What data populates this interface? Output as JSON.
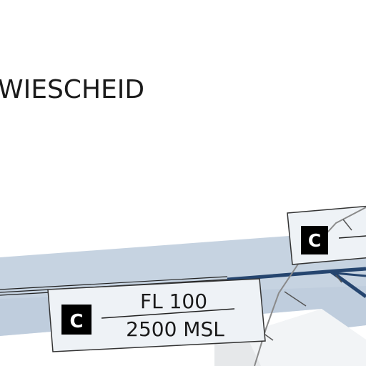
{
  "map": {
    "place_label": "WIESCHEID",
    "airspace_boxes": [
      {
        "class_letter": "C",
        "upper_limit": "FL 100",
        "lower_limit": "2500 MSL"
      },
      {
        "class_letter": "C"
      }
    ]
  },
  "colors": {
    "airspace_band": "#c6d3e1",
    "airspace_band_shadow": "#b5c5d6",
    "boundary_line": "#25456f",
    "track_line": "#8a8a8a",
    "box_fill": "#eef2f6",
    "box_border": "#333333",
    "badge_fill": "#000000",
    "badge_text": "#ffffff"
  }
}
